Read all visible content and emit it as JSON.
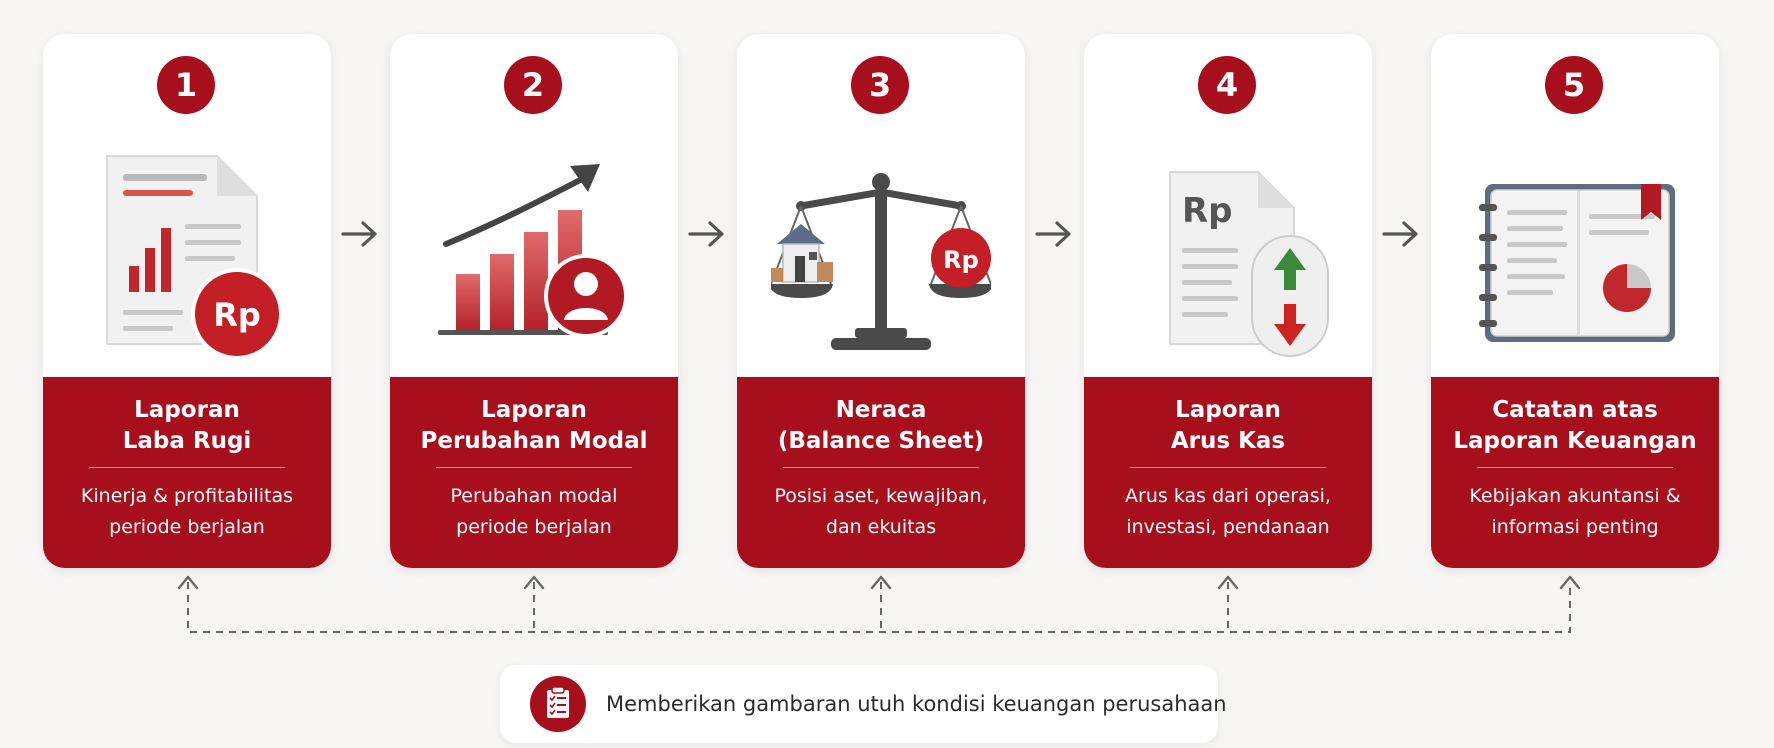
{
  "colors": {
    "accent": "#a80f1c",
    "background": "#f7f5f4",
    "card": "#ffffff",
    "arrow": "#555555",
    "up": "#3a8a3a",
    "down": "#cc2222"
  },
  "steps": [
    {
      "number": "1",
      "title_lines": [
        "Laporan",
        "Laba Rugi"
      ],
      "desc_lines": [
        "Kinerja & profitabilitas",
        "periode berjalan"
      ],
      "icon": "income-statement-document-icon",
      "icon_text": "Rp"
    },
    {
      "number": "2",
      "title_lines": [
        "Laporan",
        "Perubahan Modal"
      ],
      "desc_lines": [
        "Perubahan modal",
        "periode berjalan"
      ],
      "icon": "growth-chart-person-icon",
      "icon_text": ""
    },
    {
      "number": "3",
      "title_lines": [
        "Neraca",
        "(Balance Sheet)"
      ],
      "desc_lines": [
        "Posisi aset, kewajiban,",
        "dan ekuitas"
      ],
      "icon": "balance-scale-icon",
      "icon_text": "Rp"
    },
    {
      "number": "4",
      "title_lines": [
        "Laporan",
        "Arus Kas"
      ],
      "desc_lines": [
        "Arus kas dari operasi,",
        "investasi, pendanaan"
      ],
      "icon": "cash-flow-document-icon",
      "icon_text": "Rp"
    },
    {
      "number": "5",
      "title_lines": [
        "Catatan atas",
        "Laporan Keuangan"
      ],
      "desc_lines": [
        "Kebijakan akuntansi &",
        "informasi penting"
      ],
      "icon": "notebook-pie-chart-icon",
      "icon_text": ""
    }
  ],
  "summary": {
    "icon": "clipboard-checklist-icon",
    "text": "Memberikan gambaran utuh kondisi keuangan perusahaan"
  }
}
